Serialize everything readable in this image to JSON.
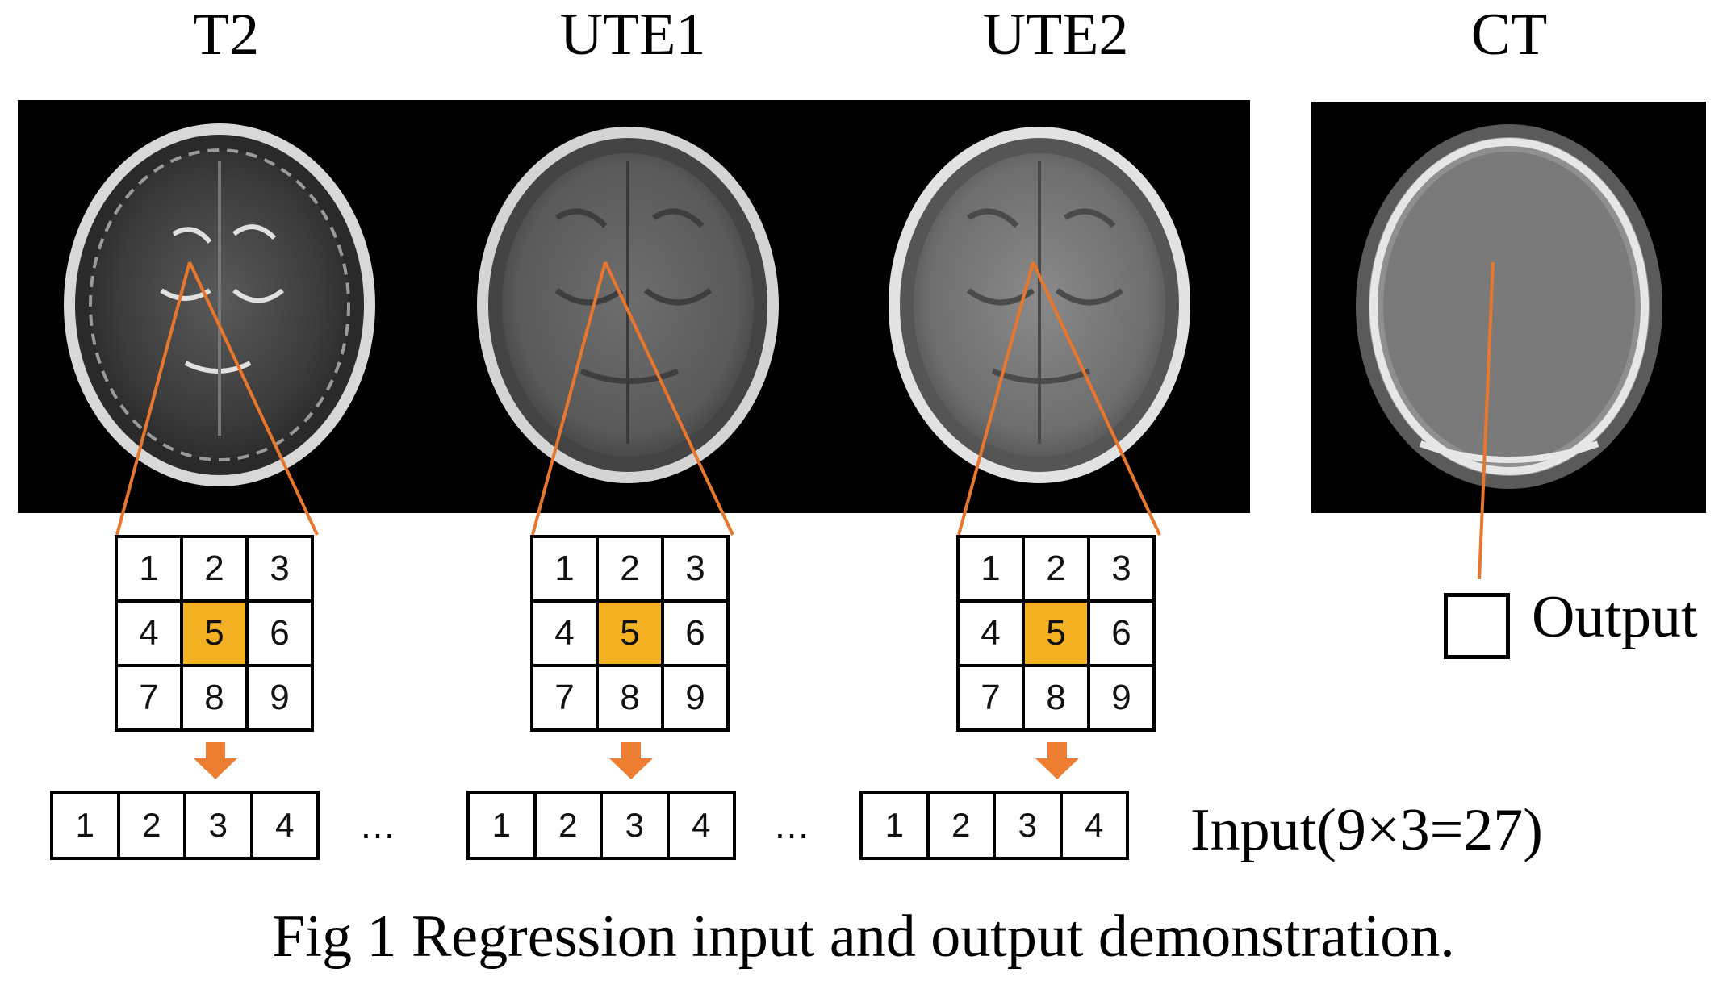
{
  "headers": {
    "t2": "T2",
    "ute1": "UTE1",
    "ute2": "UTE2",
    "ct": "CT"
  },
  "patch_grid": {
    "cells": [
      "1",
      "2",
      "3",
      "4",
      "5",
      "6",
      "7",
      "8",
      "9"
    ],
    "highlight_cell": "5",
    "highlight_color": "#f4b223"
  },
  "vector_row": {
    "cells": [
      "1",
      "2",
      "3",
      "4"
    ],
    "ellipsis": "…"
  },
  "output_label": "Output",
  "input_label": "Input(9×3=27)",
  "caption": "Fig 1 Regression input and output demonstration.",
  "colors": {
    "connector": "#e8772e",
    "arrow": "#ed7d31",
    "background": "#000000"
  }
}
